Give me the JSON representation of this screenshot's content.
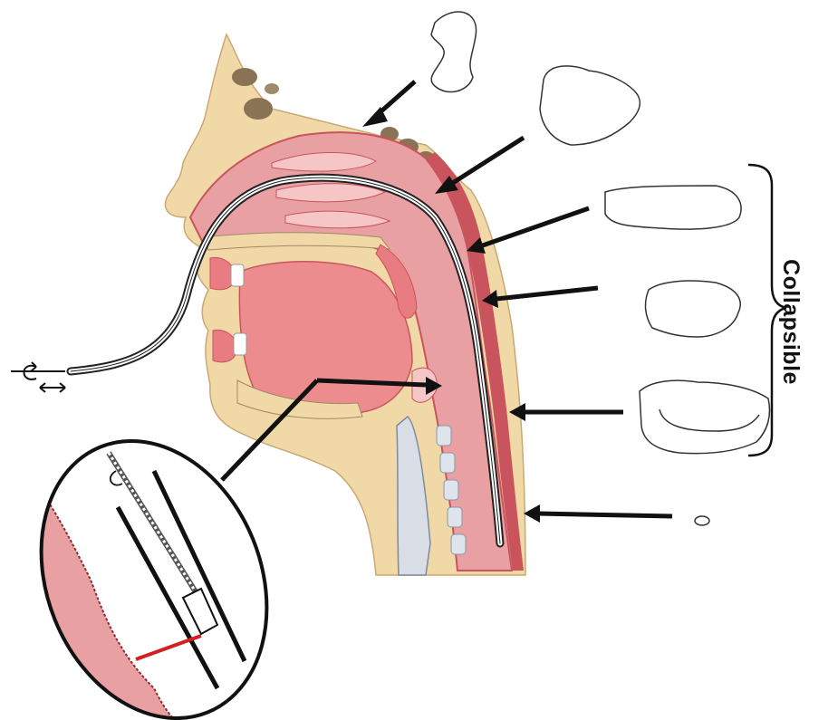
{
  "bracket_label": "Collapsible",
  "colors": {
    "tissue_pink": "#e9a0a2",
    "tissue_dark": "#c9545e",
    "bone_tan": "#f0d9a7",
    "bone_dark": "#8a7355",
    "muscle": "#ec8c8f",
    "arrow": "#111111",
    "cross_section_outline": "#333333",
    "inset_pressure_line": "#d21f1f"
  },
  "icons": [
    "rotate-arrow-icon",
    "push-pull-arrow-icon"
  ],
  "labels_on_arrows": [],
  "cross_sections": [
    "nasal-cavity-section",
    "nasopharynx-section",
    "velopharynx-section",
    "oropharynx-section",
    "hypopharynx-section",
    "esophagus-section"
  ]
}
